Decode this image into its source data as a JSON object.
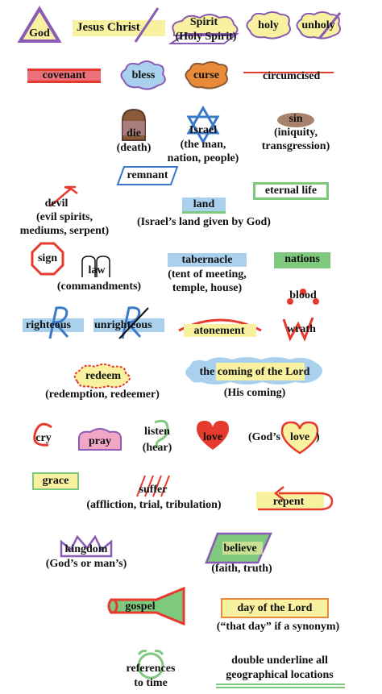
{
  "page": {
    "colors": {
      "purple": "#8a5bb5",
      "yellow": "#f8f2a0",
      "red": "#e63a2e",
      "pink": "#f2a6c5",
      "orange": "#e88a3a",
      "green": "#7fc97f",
      "blue": "#3a78c8",
      "light_blue": "#a9d1ee",
      "brown": "#8a5a3a"
    }
  },
  "items": {
    "god": "God",
    "jesus": "Jesus Christ",
    "spirit": "Spirit",
    "spirit_sub": "(Holy Spirit)",
    "holy": "holy",
    "unholy": "unholy",
    "covenant": "covenant",
    "bless": "bless",
    "curse": "curse",
    "circumcised": "circumcised",
    "die": "die",
    "die_sub": "(death)",
    "israel": "Israel",
    "israel_sub1": "(the man,",
    "israel_sub2": "nation, people)",
    "sin": "sin",
    "sin_sub1": "(iniquity,",
    "sin_sub2": "transgression)",
    "remnant": "remnant",
    "eternal_life": "eternal life",
    "devil": "devil",
    "devil_sub1": "(evil spirits,",
    "devil_sub2": "mediums, serpent)",
    "land": "land",
    "land_sub": "(Israel’s land given by God)",
    "sign": "sign",
    "law": "law",
    "law_sub": "(commandments)",
    "tabernacle": "tabernacle",
    "tabernacle_sub1": "(tent of meeting,",
    "tabernacle_sub2": "temple, house)",
    "nations": "nations",
    "blood": "blood",
    "righteous": "righteous",
    "unrighteous": "unrighteous",
    "atonement": "atonement",
    "wrath": "wrath",
    "redeem": "redeem",
    "redeem_sub": "(redemption, redeemer)",
    "coming": "the coming of the Lord",
    "coming_sub": "(His coming)",
    "cry": "cry",
    "pray": "pray",
    "listen": "listen",
    "listen_sub": "(hear)",
    "love": "love",
    "gods_love_pre": "(God’s ",
    "gods_love_word": "love",
    "gods_love_post": ")",
    "grace": "grace",
    "suffer": "suffer",
    "suffer_sub": "(affliction, trial, tribulation)",
    "repent": "repent",
    "kingdom": "kingdom",
    "kingdom_sub": "(God’s or man’s)",
    "believe": "believe",
    "believe_sub": "(faith, truth)",
    "gospel": "gospel",
    "day_lord": "day of the Lord",
    "day_lord_sub": "(“that day” if a synonym)",
    "references1": "references",
    "references2": "to time",
    "double1": "double underline all",
    "double2": "geographical locations"
  }
}
